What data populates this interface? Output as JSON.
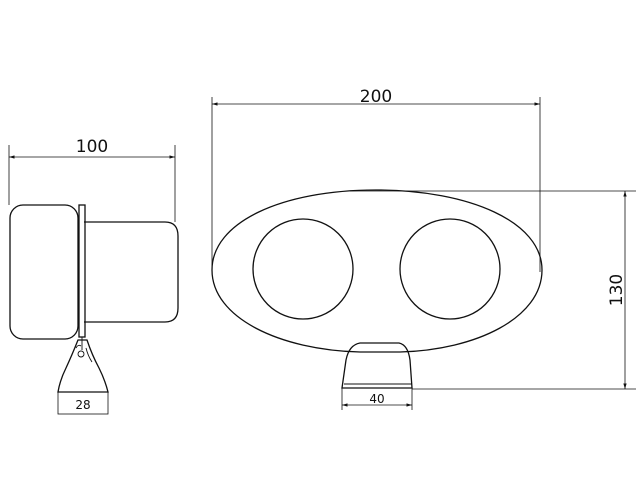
{
  "diagram": {
    "side_view": {
      "width_label": "100",
      "base_width_label": "28"
    },
    "front_view": {
      "width_label": "200",
      "height_label": "130",
      "base_width_label": "40"
    },
    "colors": {
      "line": "#111111",
      "background": "#ffffff"
    }
  }
}
